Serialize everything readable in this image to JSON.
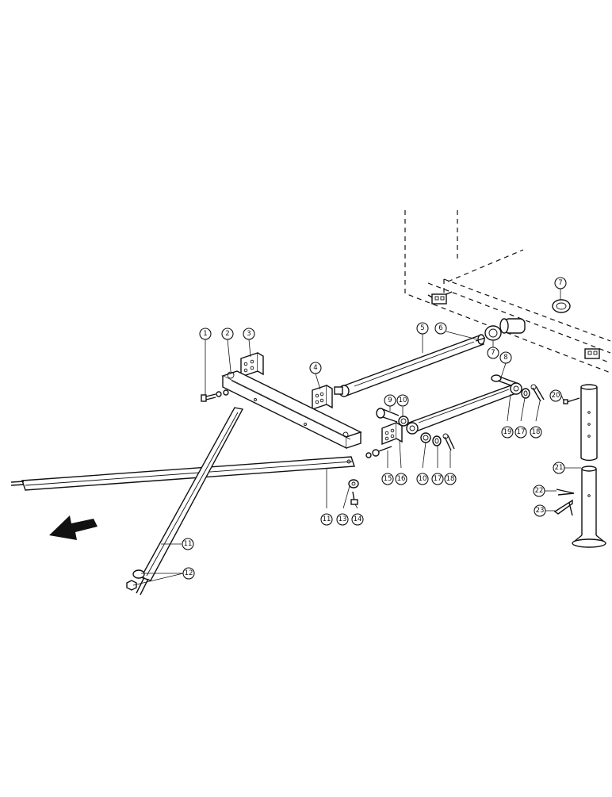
{
  "diagram": {
    "callouts": [
      {
        "id": "c1",
        "label": "1"
      },
      {
        "id": "c2",
        "label": "2"
      },
      {
        "id": "c3",
        "label": "3"
      },
      {
        "id": "c4",
        "label": "4"
      },
      {
        "id": "c5",
        "label": "5"
      },
      {
        "id": "c6",
        "label": "6"
      },
      {
        "id": "c7a",
        "label": "7"
      },
      {
        "id": "c7b",
        "label": "7"
      },
      {
        "id": "c8",
        "label": "8"
      },
      {
        "id": "c9",
        "label": "9"
      },
      {
        "id": "c10a",
        "label": "10"
      },
      {
        "id": "c10b",
        "label": "10"
      },
      {
        "id": "c11a",
        "label": "11"
      },
      {
        "id": "c11b",
        "label": "11"
      },
      {
        "id": "c12",
        "label": "12"
      },
      {
        "id": "c13",
        "label": "13"
      },
      {
        "id": "c14",
        "label": "14"
      },
      {
        "id": "c15",
        "label": "15"
      },
      {
        "id": "c16",
        "label": "16"
      },
      {
        "id": "c17a",
        "label": "17"
      },
      {
        "id": "c17b",
        "label": "17"
      },
      {
        "id": "c18a",
        "label": "18"
      },
      {
        "id": "c18b",
        "label": "18"
      },
      {
        "id": "c19",
        "label": "19"
      },
      {
        "id": "c20",
        "label": "20"
      },
      {
        "id": "c21",
        "label": "21"
      },
      {
        "id": "c22",
        "label": "22"
      },
      {
        "id": "c23",
        "label": "23"
      }
    ]
  }
}
